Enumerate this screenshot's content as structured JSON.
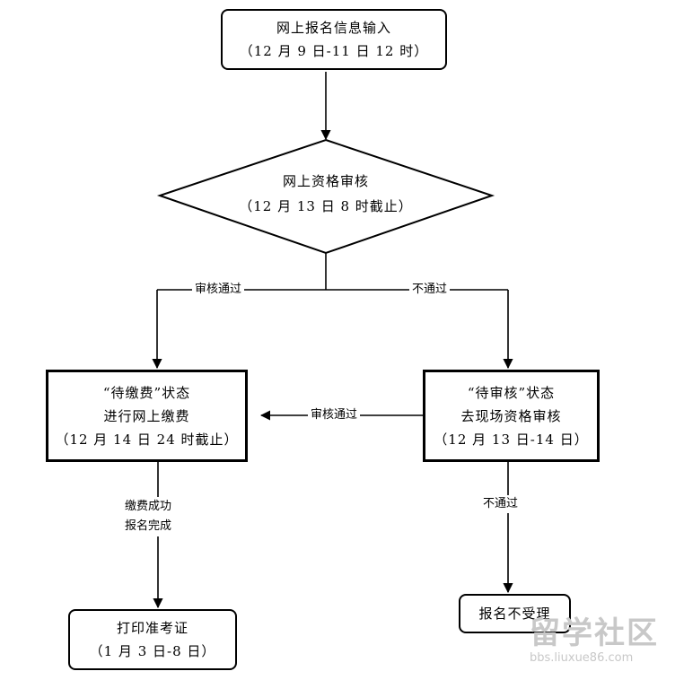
{
  "nodes": {
    "input": {
      "line1": "网上报名信息输入",
      "line2": "（12 月 9 日-11 日 12 时）"
    },
    "review": {
      "line1": "网上资格审核",
      "line2": "（12 月 13 日 8 时截止）"
    },
    "pay": {
      "line1": "“待缴费”状态",
      "line2": "进行网上缴费",
      "line3": "（12 月 14 日 24 时截止）"
    },
    "pending": {
      "line1": "“待审核”状态",
      "line2": "去现场资格审核",
      "line3": "（12 月 13 日-14 日）"
    },
    "print": {
      "line1": "打印准考证",
      "line2": "（1 月 3 日-8 日）"
    },
    "reject": {
      "line1": "报名不受理"
    }
  },
  "edges": {
    "review_pass": "审核通过",
    "review_fail": "不通过",
    "onsite_pass": "审核通过",
    "pay_done_1": "缴费成功",
    "pay_done_2": "报名完成",
    "onsite_fail": "不通过"
  },
  "watermark": {
    "brand": "留学社区",
    "url": "bbs.liuxue86.com"
  }
}
